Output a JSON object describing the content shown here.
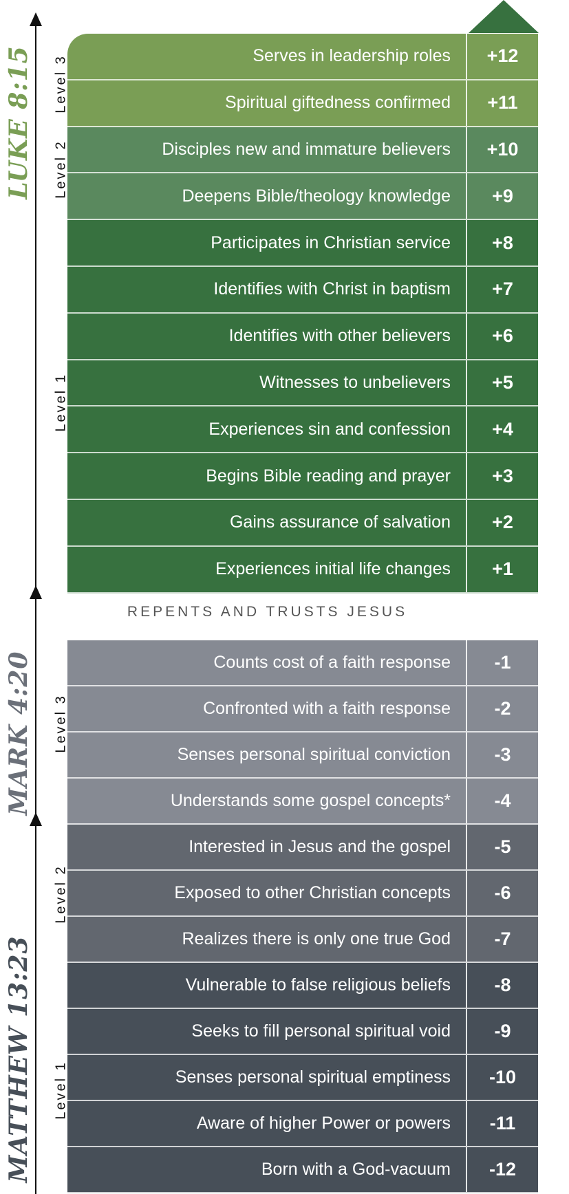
{
  "colors": {
    "green_l3": "#7a9e55",
    "green_l2": "#5a895e",
    "green_l1": "#37713f",
    "gray_l3": "#868a93",
    "gray_l2": "#62676f",
    "gray_l1": "#474f58",
    "luke": "#7a9e55",
    "mark": "#6b7079",
    "matthew": "#474f58"
  },
  "references": {
    "luke": "LUKE 8:15",
    "mark": "MARK 4:20",
    "matthew": "MATTHEW 13:23"
  },
  "level_labels": {
    "l3": "Level 3",
    "l2": "Level 2",
    "l1": "Level 1"
  },
  "divider": "REPENTS AND TRUSTS JESUS",
  "icons": {
    "top": "up-triangle-icon",
    "axis": "up-arrow-icon"
  },
  "positive": [
    {
      "text": "Serves in leadership roles",
      "value": "+12",
      "level": 3
    },
    {
      "text": "Spiritual giftedness confirmed",
      "value": "+11",
      "level": 3
    },
    {
      "text": "Disciples new and immature believers",
      "value": "+10",
      "level": 2
    },
    {
      "text": "Deepens Bible/theology knowledge",
      "value": "+9",
      "level": 2
    },
    {
      "text": "Participates in Christian service",
      "value": "+8",
      "level": 1
    },
    {
      "text": "Identifies with Christ in baptism",
      "value": "+7",
      "level": 1
    },
    {
      "text": "Identifies with other believers",
      "value": "+6",
      "level": 1
    },
    {
      "text": "Witnesses to unbelievers",
      "value": "+5",
      "level": 1
    },
    {
      "text": "Experiences sin and confession",
      "value": "+4",
      "level": 1
    },
    {
      "text": "Begins Bible reading and prayer",
      "value": "+3",
      "level": 1
    },
    {
      "text": "Gains assurance of salvation",
      "value": "+2",
      "level": 1
    },
    {
      "text": "Experiences initial life changes",
      "value": "+1",
      "level": 1
    }
  ],
  "negative": [
    {
      "text": "Counts cost of a faith response",
      "value": "-1",
      "level": 3
    },
    {
      "text": "Confronted with a faith response",
      "value": "-2",
      "level": 3
    },
    {
      "text": "Senses personal spiritual conviction",
      "value": "-3",
      "level": 3
    },
    {
      "text": "Understands some gospel concepts*",
      "value": "-4",
      "level": 3
    },
    {
      "text": "Interested in Jesus and the gospel",
      "value": "-5",
      "level": 2
    },
    {
      "text": "Exposed to other Christian concepts",
      "value": "-6",
      "level": 2
    },
    {
      "text": "Realizes there is only one true God",
      "value": "-7",
      "level": 2
    },
    {
      "text": "Vulnerable to false religious beliefs",
      "value": "-8",
      "level": 1
    },
    {
      "text": "Seeks to fill personal spiritual void",
      "value": "-9",
      "level": 1
    },
    {
      "text": "Senses personal spiritual emptiness",
      "value": "-10",
      "level": 1
    },
    {
      "text": "Aware of higher Power or powers",
      "value": "-11",
      "level": 1
    },
    {
      "text": "Born with a God-vacuum",
      "value": "-12",
      "level": 1
    }
  ]
}
